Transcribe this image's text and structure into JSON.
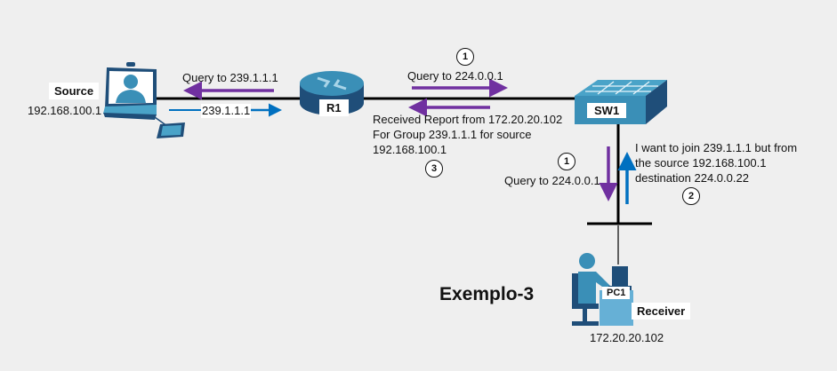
{
  "title": "Exemplo-3",
  "colors": {
    "background": "#efefef",
    "query_arrow": "#7030a0",
    "data_arrow": "#0070c0",
    "device_dark": "#1f4e79",
    "device_light": "#4aa3c8"
  },
  "devices": {
    "source": {
      "label": "Source",
      "ip": "192.168.100.1",
      "icon": "video-terminal-icon"
    },
    "router": {
      "label": "R1",
      "icon": "router-icon"
    },
    "switch": {
      "label": "SW1",
      "icon": "switch-icon"
    },
    "receiver": {
      "label": "Receiver",
      "name": "PC1",
      "ip": "172.20.20.102",
      "icon": "user-pc-icon"
    }
  },
  "messages": {
    "query_239": "Query to 239.1.1.1",
    "stream_239": "239.1.1.1",
    "query_224_top": "Query to 224.0.0.1",
    "report_line1": "Received Report from 172.20.20.102",
    "report_line2": "For Group 239.1.1.1 for source",
    "report_line3": "192.168.100.1",
    "query_224_side": "Query to 224.0.0.1",
    "join_line1": "I want to join 239.1.1.1 but from",
    "join_line2": "the source 192.168.100.1",
    "join_line3": "destination 224.0.0.22"
  },
  "steps": {
    "top_query": "1",
    "side_query": "1",
    "join": "2",
    "report": "3"
  }
}
